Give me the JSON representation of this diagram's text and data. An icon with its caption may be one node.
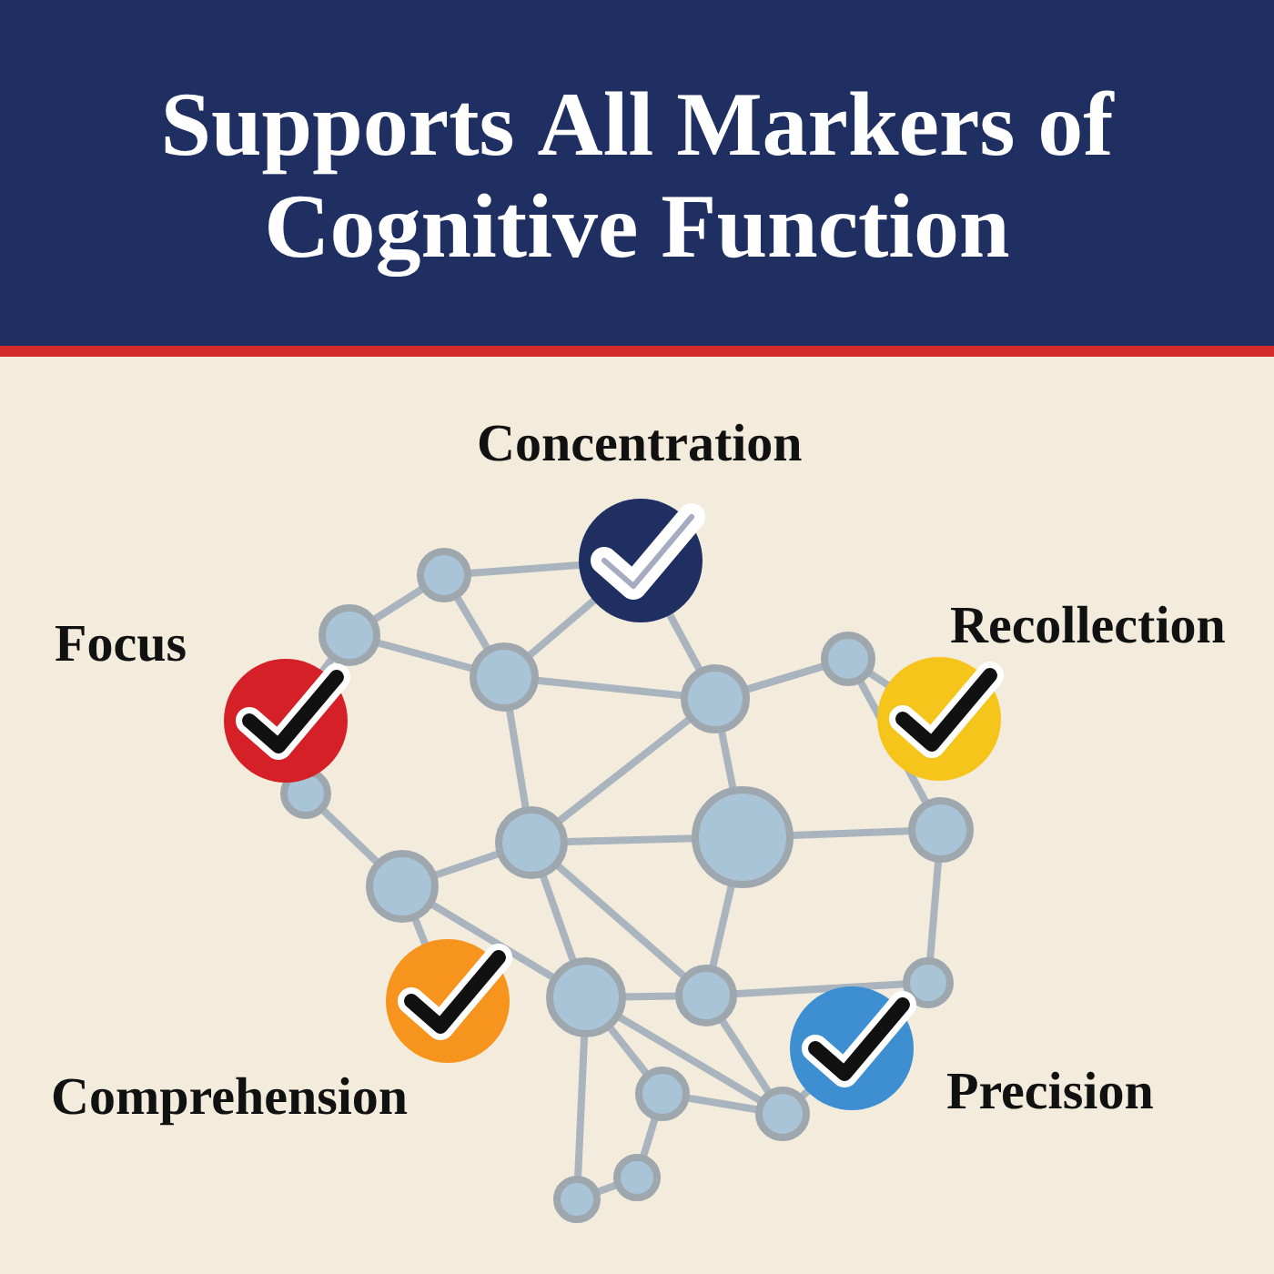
{
  "diagram": {
    "title": "Supports **All Markers** of Cognitive Function",
    "labels": [
      "Concentration",
      "Focus",
      "Recollection",
      "Comprehension",
      "Precision"
    ]
  }
}
